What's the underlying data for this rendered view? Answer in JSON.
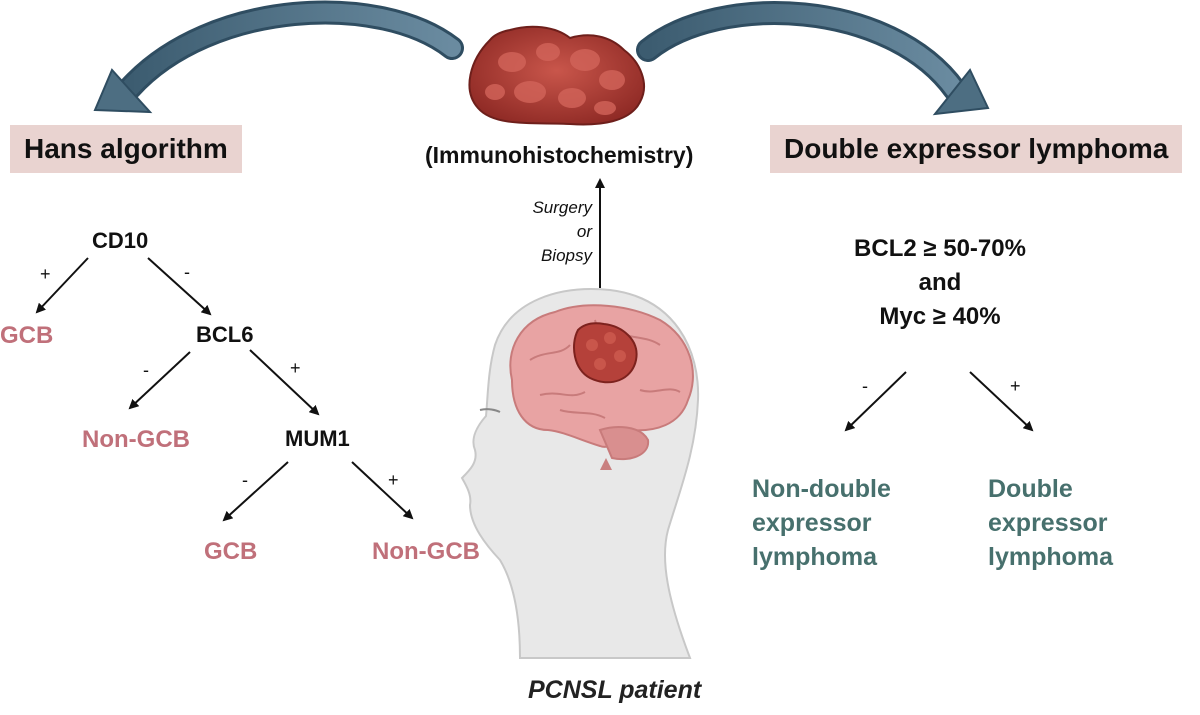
{
  "center": {
    "ihc_label": "(Immunohistochemistry)",
    "procedure_lines": [
      "Surgery",
      "or",
      "Biopsy"
    ],
    "patient_label": "PCNSL patient"
  },
  "hans": {
    "title": "Hans algorithm",
    "cd10": "CD10",
    "bcl6": "BCL6",
    "mum1": "MUM1",
    "gcb_1": "GCB",
    "non_gcb_1": "Non-GCB",
    "gcb_2": "GCB",
    "non_gcb_2": "Non-GCB",
    "signs": {
      "cd10_pos": "+",
      "cd10_neg": "-",
      "bcl6_neg": "-",
      "bcl6_pos": "+",
      "mum1_neg": "-",
      "mum1_pos": "+"
    }
  },
  "del": {
    "title": "Double expressor lymphoma",
    "criteria_lines": [
      "BCL2 ≥ 50-70%",
      "and",
      "Myc ≥ 40%"
    ],
    "neg_sign": "-",
    "pos_sign": "+",
    "non_del_lines": [
      "Non-double",
      "expressor",
      "lymphoma"
    ],
    "del_lines": [
      "Double",
      "expressor",
      "lymphoma"
    ]
  },
  "colors": {
    "box_bg": "#e9d3d0",
    "gcb_text": "#c0707a",
    "del_text": "#47706d",
    "big_arrow": "#4d6e82",
    "tumor": "#b5413a",
    "brain": "#e8a3a3",
    "head": "#e6e6e6"
  }
}
